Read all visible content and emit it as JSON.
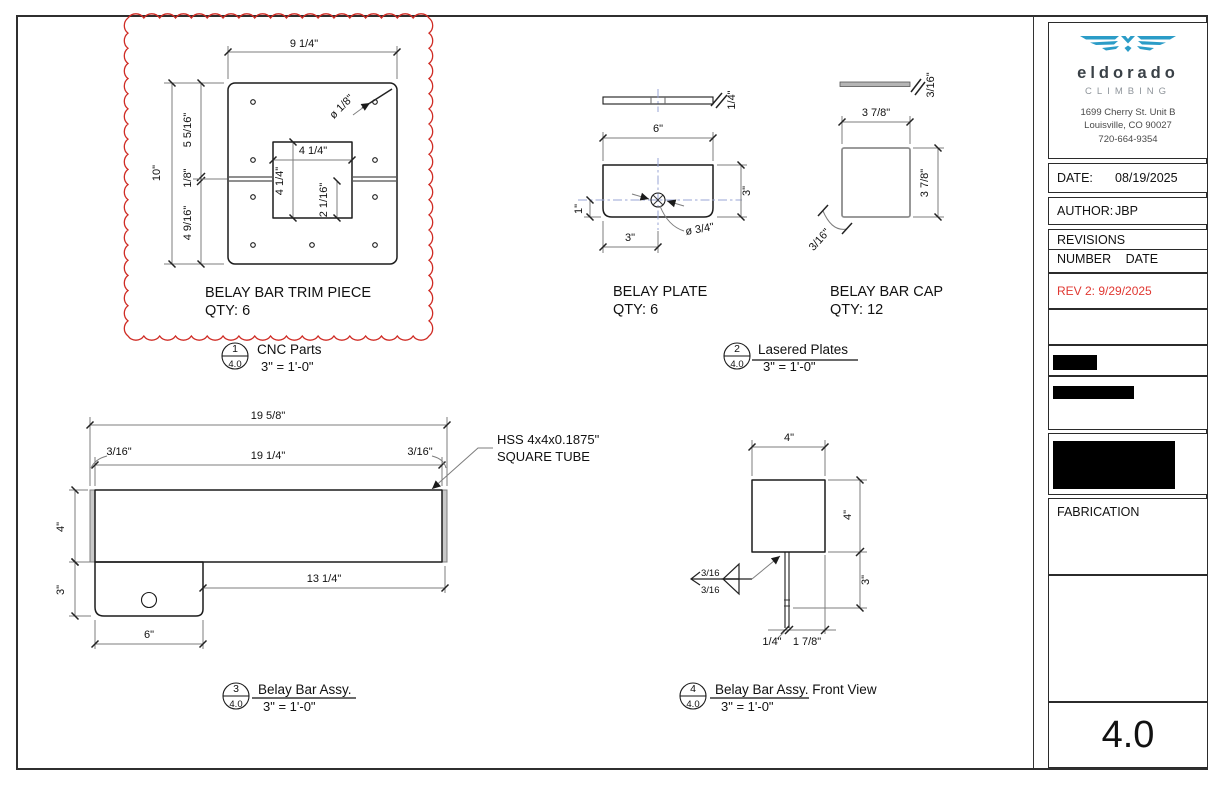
{
  "titleblock": {
    "date_label": "DATE:",
    "date_value": "08/19/2025",
    "author_label": "AUTHOR:",
    "author_value": "JBP",
    "revisions_label": "REVISIONS",
    "number_col": "NUMBER",
    "date_col": "DATE",
    "rev2": "REV 2: 9/29/2025",
    "fabrication": "FABRICATION",
    "sheet_number": "4.0",
    "rev_color": "#e03832",
    "logo_color": "#2b9cc7"
  },
  "company": {
    "name": "eldorado",
    "tagline": "CLIMBING",
    "address_line1": "1699 Cherry St. Unit B",
    "address_line2": "Louisville, CO 90027",
    "phone": "720-664-9354"
  },
  "views": {
    "trim": {
      "title": "BELAY BAR TRIM PIECE",
      "qty": "QTY: 6",
      "d_w": "9 1/4\"",
      "d_h": "10\"",
      "d_upper": "5 5/16\"",
      "d_slot": "1/8\"",
      "d_lower": "4 9/16\"",
      "d_hole_w": "4 1/4\"",
      "d_hole_h": "4 1/4\"",
      "d_off": "2 1/16\"",
      "d_small_hole": "ø 1/8\"",
      "callout_num": "1",
      "callout_sheet": "4.0",
      "callout_label": "CNC Parts",
      "callout_scale": "3\" = 1'-0\""
    },
    "plate": {
      "title": "BELAY PLATE",
      "qty": "QTY: 6",
      "d_w": "6\"",
      "d_t": "1/4\"",
      "d_h": "3\"",
      "d_left": "1\"",
      "d_bottom": "3\"",
      "d_hole": "ø 3/4\"",
      "callout_num": "2",
      "callout_sheet": "4.0",
      "callout_label": "Lasered Plates",
      "callout_scale": "3\" = 1'-0\""
    },
    "cap": {
      "title": "BELAY BAR CAP",
      "qty": "QTY: 12",
      "d_w": "3 7/8\"",
      "d_h": "3 7/8\"",
      "d_t": "3/16\"",
      "d_r": "3/16\""
    },
    "assy": {
      "d_total": "19 5/8\"",
      "d_tube": "19 1/4\"",
      "d_cap_left": "3/16\"",
      "d_cap_right": "3/16\"",
      "note1": "HSS 4x4x0.1875\"",
      "note2": "SQUARE TUBE",
      "d_h": "4\"",
      "d_tab_h": "3\"",
      "d_tab_w": "6\"",
      "d_right": "13 1/4\"",
      "callout_num": "3",
      "callout_sheet": "4.0",
      "callout_label": "Belay Bar Assy.",
      "callout_scale": "3\" = 1'-0\""
    },
    "front": {
      "d_top": "4\"",
      "d_side": "4\"",
      "d_plate": "3\"",
      "d_t": "1/4\"",
      "d_off": "1 7/8\"",
      "weld_top": "3/16",
      "weld_bot": "3/16",
      "callout_num": "4",
      "callout_sheet": "4.0",
      "callout_label": "Belay Bar Assy. Front View",
      "callout_scale": "3\" = 1'-0\""
    }
  }
}
